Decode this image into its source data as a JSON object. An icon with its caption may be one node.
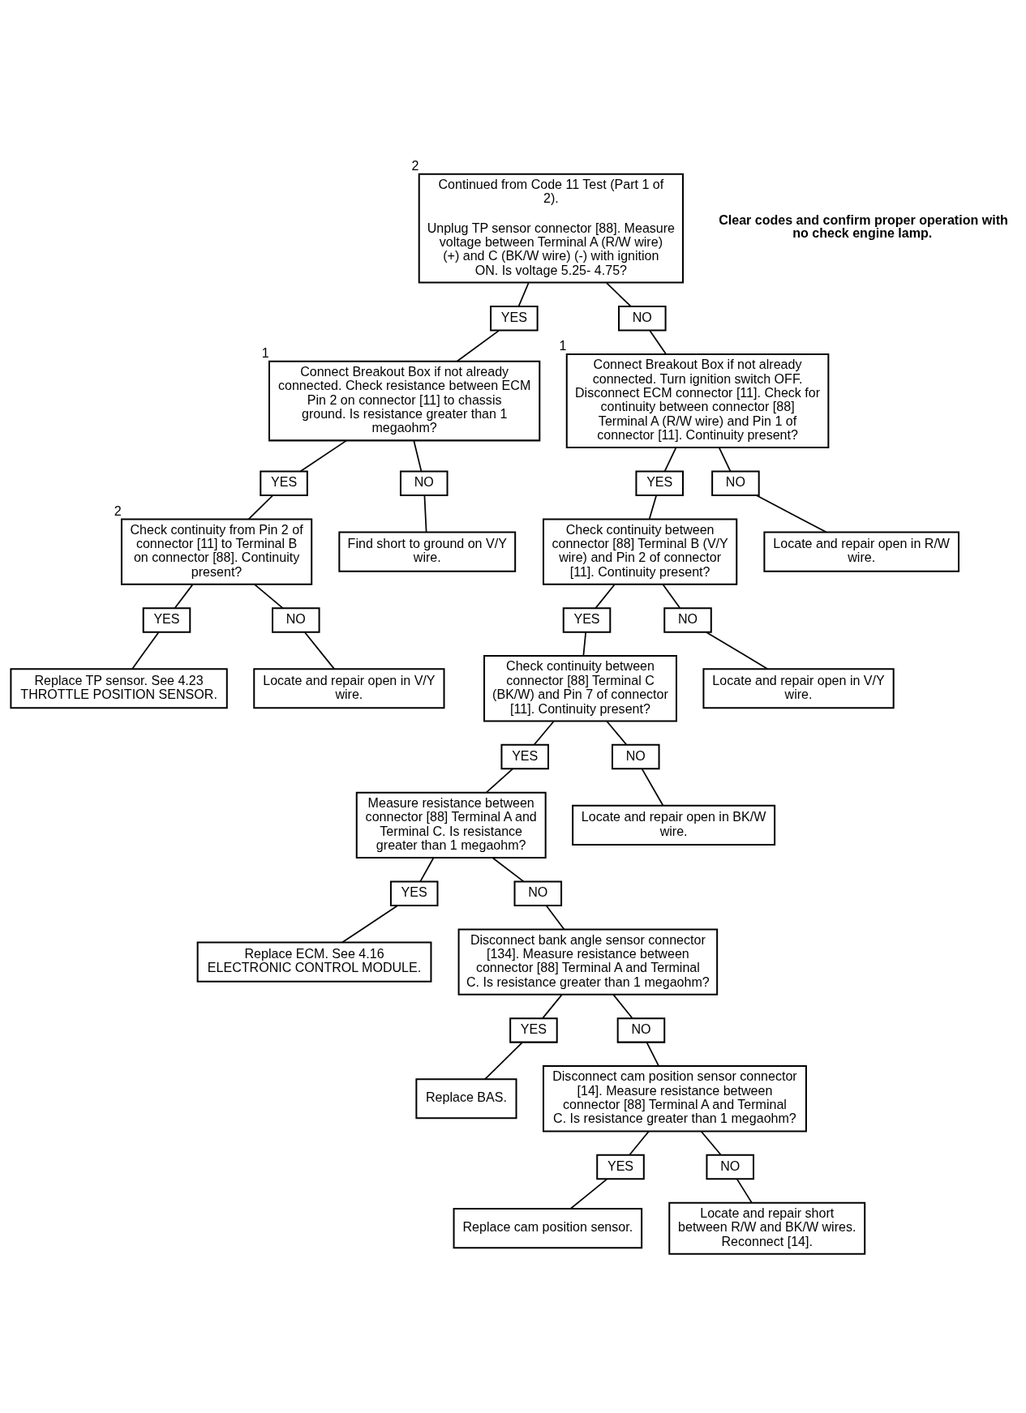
{
  "diagram": {
    "nodes": [
      {
        "text": [
          "Continued from Code 11 Test (Part 1 of 2).",
          "Unplug TP sensor connector [88]. Measure voltage between Terminal A (R/W wire) (+) and C (BK/W wire) (-) with ignition ON. Is voltage 5.25- 4.75?"
        ],
        "beside": [
          "2"
        ]
      },
      {
        "text": [
          "YES"
        ]
      },
      {
        "text": [
          "NO"
        ]
      },
      {
        "text": [
          "Connect Breakout Box if not already connected. Check resistance between ECM Pin 2 on connector [11] to chassis ground. Is resistance greater than 1 megaohm?"
        ],
        "beside": [
          "1"
        ]
      },
      {
        "text": [
          "Connect Breakout Box if not already connected. Turn ignition switch OFF. Disconnect ECM connector [11]. Check for continuity between connector [88] Terminal A (R/W wire) and Pin 1 of connector [11]. Continuity present?"
        ],
        "beside": [
          "1"
        ]
      },
      {
        "text": [
          "YES"
        ]
      },
      {
        "text": [
          "NO"
        ]
      },
      {
        "text": [
          "Check continuity from Pin 2 of connector [11] to Terminal B on connector [88]. Continuity present?"
        ],
        "beside": [
          "2"
        ]
      },
      {
        "text": [
          "Find short to ground on V/Y wire."
        ]
      },
      {
        "text": [
          "YES"
        ]
      },
      {
        "text": [
          "NO"
        ]
      },
      {
        "text": [
          "Replace TP sensor. See 4.23 THROTTLE POSITION SENSOR."
        ]
      },
      {
        "text": [
          "Locate and repair open in V/Y wire."
        ]
      },
      {
        "text": [
          "YES"
        ]
      },
      {
        "text": [
          "NO"
        ]
      },
      {
        "text": [
          "Check continuity between connector [88] Terminal B (V/Y wire) and Pin 2 of connector [11]. Continuity present?"
        ]
      },
      {
        "text": [
          "Locate and repair open in R/W wire."
        ]
      },
      {
        "text": [
          "YES"
        ]
      },
      {
        "text": [
          "NO"
        ]
      },
      {
        "text": [
          "Check continuity between connector [88] Terminal C (BK/W) and Pin 7 of connector [11]. Continuity present?"
        ]
      },
      {
        "text": [
          "Locate and repair open in V/Y wire."
        ]
      },
      {
        "text": [
          "YES"
        ]
      },
      {
        "text": [
          "NO"
        ]
      },
      {
        "text": [
          "Measure resistance between connector [88] Terminal A and Terminal C. Is resistance greater than 1 megaohm?"
        ]
      },
      {
        "text": [
          "Locate and repair open in BK/W wire."
        ]
      },
      {
        "text": [
          "YES"
        ]
      },
      {
        "text": [
          "NO"
        ]
      },
      {
        "text": [
          "Replace ECM. See 4.16 ELECTRONIC CONTROL MODULE."
        ]
      },
      {
        "text": [
          "Disconnect bank angle sensor connector [134]. Measure resistance between connector [88] Terminal A and Terminal C. Is resistance greater than 1 megaohm?"
        ]
      },
      {
        "text": [
          "YES"
        ]
      },
      {
        "text": [
          "NO"
        ]
      },
      {
        "text": [
          "Replace BAS."
        ]
      },
      {
        "text": [
          "Disconnect cam position sensor connector [14]. Measure resistance between connector [88] Terminal A and Terminal C. Is resistance greater than 1 megaohm?"
        ]
      },
      {
        "text": [
          "YES"
        ]
      },
      {
        "text": [
          "NO"
        ]
      },
      {
        "text": [
          "Replace cam position sensor."
        ]
      },
      {
        "text": [
          "Locate and repair short between R/W and BK/W wires. Reconnect [14]."
        ]
      }
    ],
    "edges": [
      {
        "from": 0,
        "to": 1,
        "arrow": "none"
      },
      {
        "from": 0,
        "to": 2,
        "arrow": "none"
      },
      {
        "from": 1,
        "to": 3,
        "arrow": "none"
      },
      {
        "from": 2,
        "to": 4,
        "arrow": "none"
      },
      {
        "from": 3,
        "to": 5,
        "arrow": "none"
      },
      {
        "from": 3,
        "to": 6,
        "arrow": "none"
      },
      {
        "from": 5,
        "to": 7,
        "arrow": "none"
      },
      {
        "from": 6,
        "to": 8,
        "arrow": "none"
      },
      {
        "from": 7,
        "to": 9,
        "arrow": "none"
      },
      {
        "from": 7,
        "to": 10,
        "arrow": "none"
      },
      {
        "from": 9,
        "to": 11,
        "arrow": "none"
      },
      {
        "from": 10,
        "to": 12,
        "arrow": "none"
      },
      {
        "from": 4,
        "to": 13,
        "arrow": "none"
      },
      {
        "from": 4,
        "to": 14,
        "arrow": "none"
      },
      {
        "from": 13,
        "to": 15,
        "arrow": "none"
      },
      {
        "from": 14,
        "to": 16,
        "arrow": "none"
      },
      {
        "from": 15,
        "to": 17,
        "arrow": "none"
      },
      {
        "from": 15,
        "to": 18,
        "arrow": "none"
      },
      {
        "from": 17,
        "to": 19,
        "arrow": "none"
      },
      {
        "from": 18,
        "to": 20,
        "arrow": "none"
      },
      {
        "from": 19,
        "to": 21,
        "arrow": "none"
      },
      {
        "from": 19,
        "to": 22,
        "arrow": "none"
      },
      {
        "from": 21,
        "to": 23,
        "arrow": "none"
      },
      {
        "from": 22,
        "to": 24,
        "arrow": "none"
      },
      {
        "from": 23,
        "to": 25,
        "arrow": "none"
      },
      {
        "from": 23,
        "to": 26,
        "arrow": "none"
      },
      {
        "from": 25,
        "to": 27,
        "arrow": "none"
      },
      {
        "from": 26,
        "to": 28,
        "arrow": "none"
      },
      {
        "from": 28,
        "to": 29,
        "arrow": "none"
      },
      {
        "from": 28,
        "to": 30,
        "arrow": "none"
      },
      {
        "from": 29,
        "to": 31,
        "arrow": "none"
      },
      {
        "from": 30,
        "to": 32,
        "arrow": "none"
      },
      {
        "from": 32,
        "to": 33,
        "arrow": "none"
      },
      {
        "from": 32,
        "to": 34,
        "arrow": "none"
      },
      {
        "from": 33,
        "to": 35,
        "arrow": "none"
      },
      {
        "from": 34,
        "to": 36,
        "arrow": "none"
      }
    ],
    "labels": [
      "Clear codes and confirm proper operation with no check engine lamp."
    ]
  }
}
